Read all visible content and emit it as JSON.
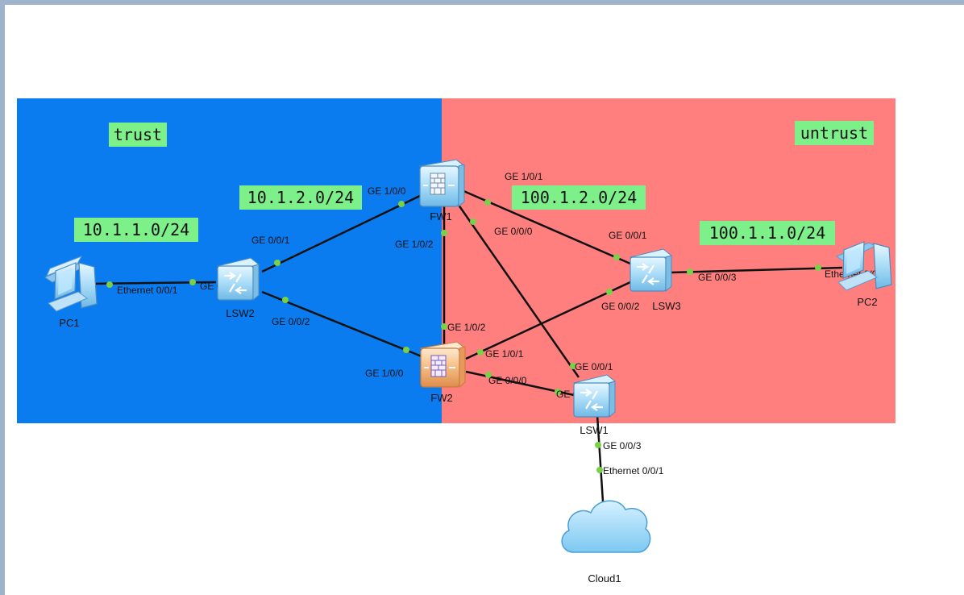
{
  "zones": {
    "trust": {
      "label": "trust",
      "color": "#0a7cf0"
    },
    "untrust": {
      "label": "untrust",
      "color": "#ff7f7f"
    }
  },
  "networks": {
    "net_10_1_1": "10.1.1.0/24",
    "net_10_1_2": "10.1.2.0/24",
    "net_100_1_2": "100.1.2.0/24",
    "net_100_1_1": "100.1.1.0/24",
    "label_bg_color": "#7ef08a"
  },
  "nodes": {
    "pc1": {
      "label": "PC1",
      "icon": "pc-icon"
    },
    "pc2": {
      "label": "PC2",
      "icon": "pc-icon"
    },
    "lsw1": {
      "label": "LSW1",
      "icon": "switch-icon"
    },
    "lsw2": {
      "label": "LSW2",
      "icon": "switch-icon"
    },
    "lsw3": {
      "label": "LSW3",
      "icon": "switch-icon"
    },
    "fw1": {
      "label": "FW1",
      "icon": "firewall-icon"
    },
    "fw2": {
      "label": "FW2",
      "icon": "firewall-icon"
    },
    "cloud1": {
      "label": "Cloud1",
      "icon": "cloud-icon"
    }
  },
  "ports": {
    "pc1_eth001": "Ethernet 0/0/1",
    "lsw2_ge003": "GE 0/0/3",
    "lsw2_ge001": "GE 0/0/1",
    "lsw2_ge002": "GE 0/0/2",
    "fw1_ge100": "GE 1/0/0",
    "fw1_ge102": "GE 1/0/2",
    "fw1_ge101": "GE 1/0/1",
    "fw1_ge000": "GE 0/0/0",
    "fw2_ge100": "GE 1/0/0",
    "fw2_ge102": "GE 1/0/2",
    "fw2_ge101": "GE 1/0/1",
    "fw2_ge000": "GE 0/0/0",
    "lsw3_ge001": "GE 0/0/1",
    "lsw3_ge002": "GE 0/0/2",
    "lsw3_ge003": "GE 0/0/3",
    "pc2_eth001": "Ethernet 0/0/1",
    "lsw1_ge001": "GE 0/0/1",
    "lsw1_ge002": "GE 0/0/2",
    "lsw1_ge003": "GE 0/0/3",
    "cloud1_eth001": "Ethernet 0/0/1"
  }
}
